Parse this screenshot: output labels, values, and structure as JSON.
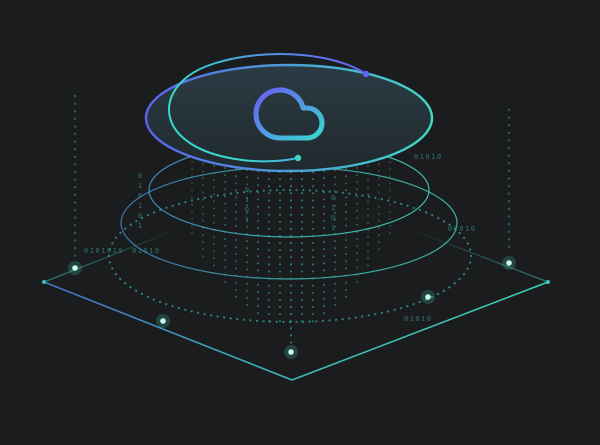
{
  "colors": {
    "background": "#1a1c1d",
    "rim_left": "#5a63ee",
    "rim_right": "#3fd9c4",
    "ring_left": "#4a77d6",
    "ring_mid": "#3ec3bd",
    "ring_right": "#43d9c6",
    "cloud_start": "#6b5cf3",
    "cloud_end": "#38d8ce",
    "rain_dot": "#35a89c",
    "dotted_ring": "#3cc4b4",
    "binary_text": "#2f8077",
    "glow_core": "#cdf6ef",
    "glow_halo": "#3fd9c4"
  },
  "icons": {
    "cloud": "cloud-icon"
  },
  "binary_labels": {
    "left_column": "010101",
    "left_row_a": "0101010",
    "left_row_b": "01010",
    "rain_col_a": "0101",
    "rain_col_b": "0101",
    "right_top": "01010",
    "right_mid": "01010",
    "right_low": "01010"
  }
}
